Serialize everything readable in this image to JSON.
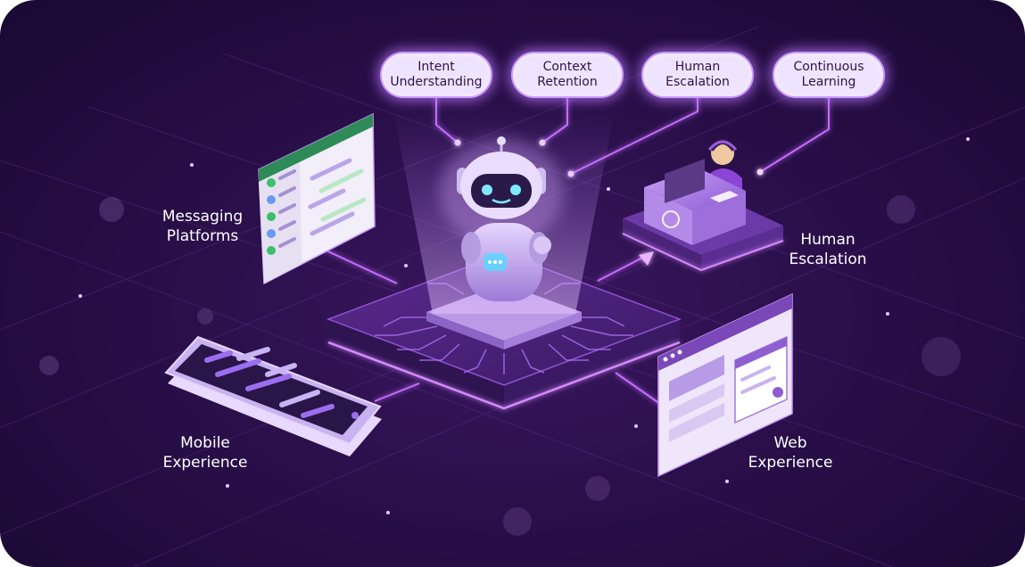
{
  "feature_pills": [
    {
      "line1": "Intent",
      "line2": "Understanding"
    },
    {
      "line1": "Context",
      "line2": "Retention"
    },
    {
      "line1": "Human",
      "line2": "Escalation"
    },
    {
      "line1": "Continuous",
      "line2": "Learning"
    }
  ],
  "channels": {
    "messaging": {
      "line1": "Messaging",
      "line2": "Platforms"
    },
    "mobile": {
      "line1": "Mobile",
      "line2": "Experience"
    },
    "human": {
      "line1": "Human",
      "line2": "Escalation"
    },
    "web": {
      "line1": "Web",
      "line2": "Experience"
    }
  },
  "colors": {
    "background": "#2a0f4a",
    "accent": "#b86bff",
    "pill_fill": "#efe4ff",
    "glow": "#d8a8ff"
  },
  "icons": [
    "robot-icon",
    "chat-bubble-icon",
    "headset-agent-icon",
    "messaging-app-icon",
    "smartphone-icon",
    "browser-window-icon"
  ]
}
